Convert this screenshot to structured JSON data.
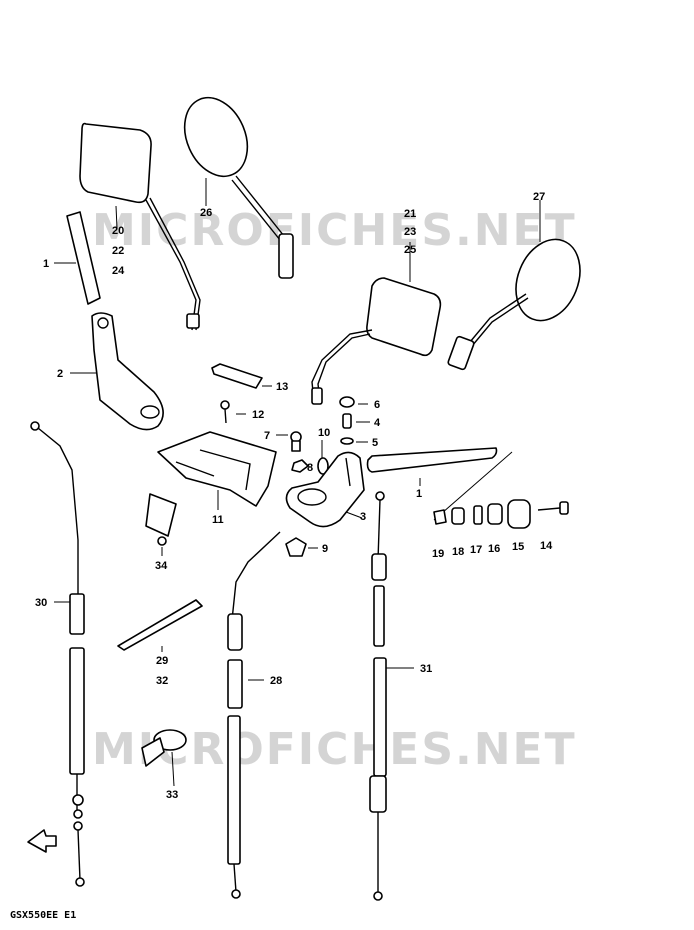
{
  "watermark": "MICROFICHES.NET",
  "diagram_code": "GSX550EE E1",
  "callouts": {
    "c1a": "1",
    "c1b": "1",
    "c2": "2",
    "c3": "3",
    "c4": "4",
    "c5": "5",
    "c6": "6",
    "c7": "7",
    "c8": "8",
    "c9": "9",
    "c10": "10",
    "c11": "11",
    "c12": "12",
    "c13": "13",
    "c14": "14",
    "c15": "15",
    "c16": "16",
    "c17": "17",
    "c18": "18",
    "c19": "19",
    "c20": "20",
    "c22": "22",
    "c24": "24",
    "c21": "21",
    "c23": "23",
    "c25": "25",
    "c26": "26",
    "c27": "27",
    "c28": "28",
    "c29": "29",
    "c32": "32",
    "c30": "30",
    "c31": "31",
    "c33": "33",
    "c34": "34"
  }
}
